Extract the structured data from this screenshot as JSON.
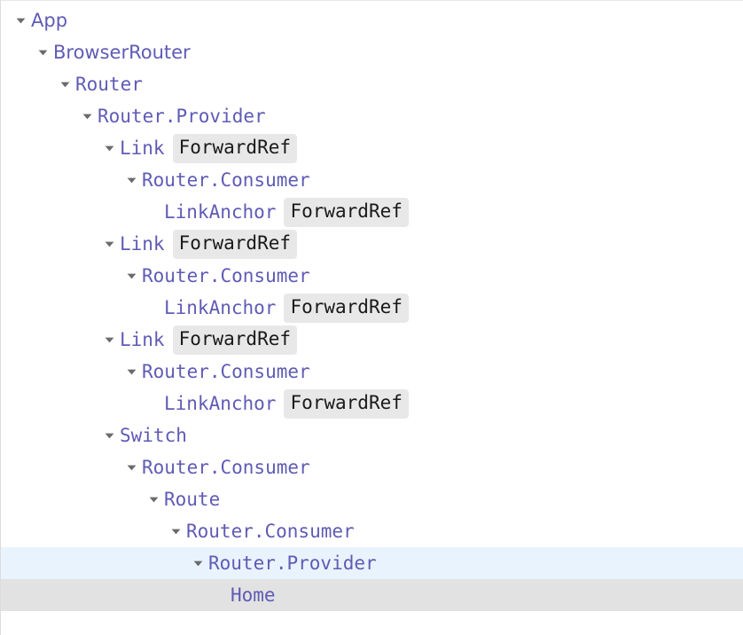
{
  "panel": {
    "name": "react-devtools-components-tree",
    "background_color": "#ffffff",
    "text_color": "#5f5bb5",
    "arrow_color": "#6b6b6b",
    "badge_background": "#e8e8e8",
    "badge_text_color": "#1a1a1a",
    "selected_row_color": "#e9f3fd",
    "hovered_row_color": "#e2e2e2",
    "arrow_icon": "chevron-down-icon"
  },
  "tree": {
    "rows": [
      {
        "label": "App",
        "depth": 0,
        "expandable": true,
        "badge": null,
        "state": "none",
        "face": "sans"
      },
      {
        "label": "BrowserRouter",
        "depth": 1,
        "expandable": true,
        "badge": null,
        "state": "none",
        "face": "sans"
      },
      {
        "label": "Router",
        "depth": 2,
        "expandable": true,
        "badge": null,
        "state": "none",
        "face": "mono"
      },
      {
        "label": "Router.Provider",
        "depth": 3,
        "expandable": true,
        "badge": null,
        "state": "none",
        "face": "mono"
      },
      {
        "label": "Link",
        "depth": 4,
        "expandable": true,
        "badge": "ForwardRef",
        "state": "none",
        "face": "mono"
      },
      {
        "label": "Router.Consumer",
        "depth": 5,
        "expandable": true,
        "badge": null,
        "state": "none",
        "face": "mono"
      },
      {
        "label": "LinkAnchor",
        "depth": 6,
        "expandable": false,
        "badge": "ForwardRef",
        "state": "none",
        "face": "mono"
      },
      {
        "label": "Link",
        "depth": 4,
        "expandable": true,
        "badge": "ForwardRef",
        "state": "none",
        "face": "mono"
      },
      {
        "label": "Router.Consumer",
        "depth": 5,
        "expandable": true,
        "badge": null,
        "state": "none",
        "face": "mono"
      },
      {
        "label": "LinkAnchor",
        "depth": 6,
        "expandable": false,
        "badge": "ForwardRef",
        "state": "none",
        "face": "mono"
      },
      {
        "label": "Link",
        "depth": 4,
        "expandable": true,
        "badge": "ForwardRef",
        "state": "none",
        "face": "mono"
      },
      {
        "label": "Router.Consumer",
        "depth": 5,
        "expandable": true,
        "badge": null,
        "state": "none",
        "face": "mono"
      },
      {
        "label": "LinkAnchor",
        "depth": 6,
        "expandable": false,
        "badge": "ForwardRef",
        "state": "none",
        "face": "mono"
      },
      {
        "label": "Switch",
        "depth": 4,
        "expandable": true,
        "badge": null,
        "state": "none",
        "face": "mono"
      },
      {
        "label": "Router.Consumer",
        "depth": 5,
        "expandable": true,
        "badge": null,
        "state": "none",
        "face": "mono"
      },
      {
        "label": "Route",
        "depth": 6,
        "expandable": true,
        "badge": null,
        "state": "none",
        "face": "mono"
      },
      {
        "label": "Router.Consumer",
        "depth": 7,
        "expandable": true,
        "badge": null,
        "state": "none",
        "face": "mono"
      },
      {
        "label": "Router.Provider",
        "depth": 8,
        "expandable": true,
        "badge": null,
        "state": "selected",
        "face": "mono"
      },
      {
        "label": "Home",
        "depth": 9,
        "expandable": false,
        "badge": null,
        "state": "hovered",
        "face": "mono"
      }
    ]
  }
}
